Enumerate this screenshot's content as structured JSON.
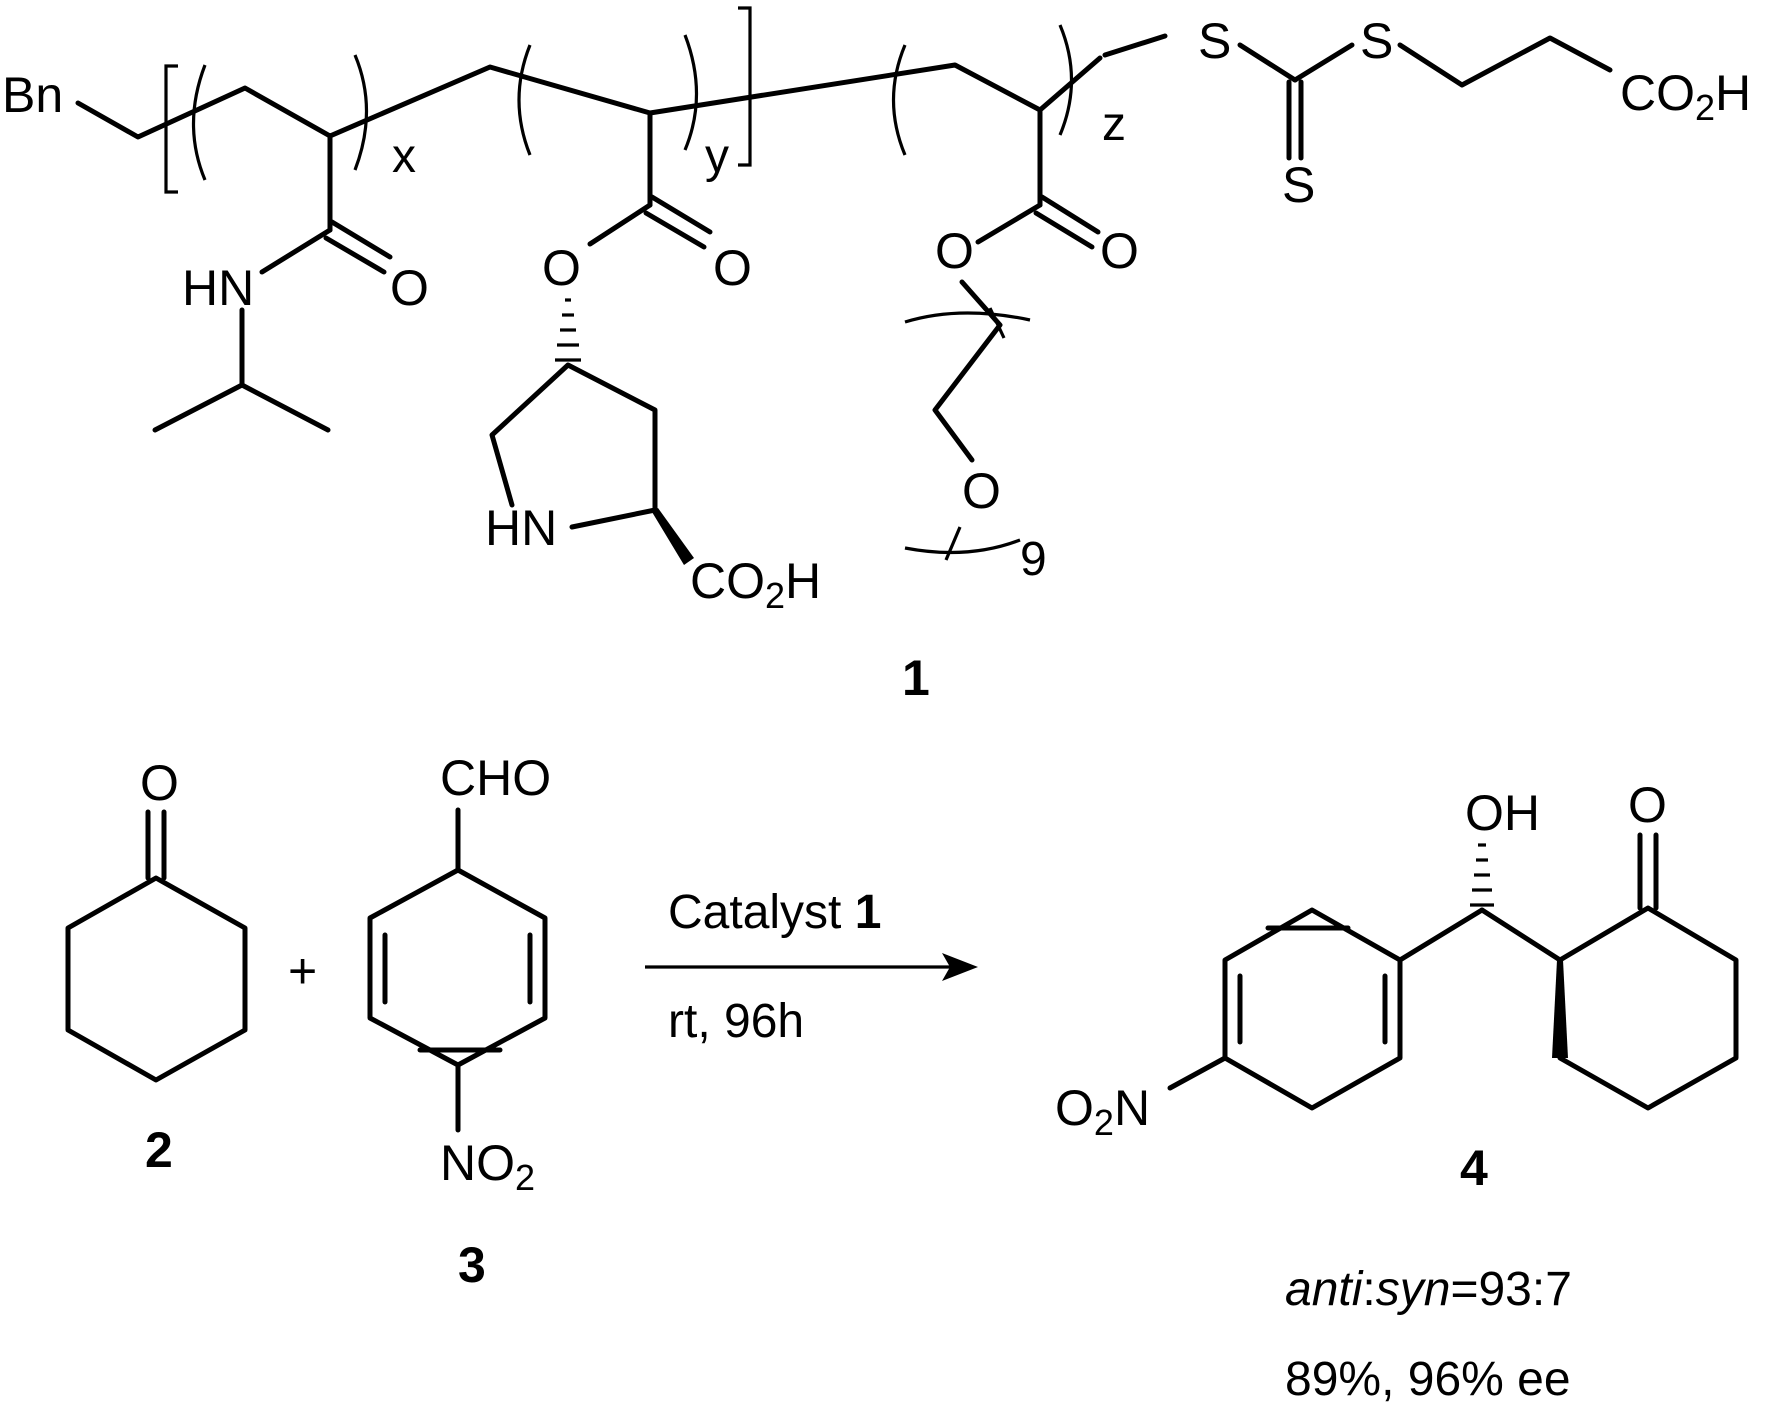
{
  "polymer": {
    "end_group_left": "Bn",
    "repeat_labels": {
      "x": "x",
      "y": "y",
      "z": "z"
    },
    "peg_repeat": "9",
    "atoms": {
      "hn_amide": "HN",
      "o_amide": "O",
      "o_ester_y": "O",
      "o_carbonyl_y": "O",
      "hn_pyrrolidine": "HN",
      "co2h_proline_main": "CO",
      "co2h_proline_sub": "2",
      "co2h_proline_h": "H",
      "o_ester_z": "O",
      "o_carbonyl_z": "O",
      "o_peg": "O",
      "s1": "S",
      "s2": "S",
      "s_thione": "S",
      "co2h_end_main": "CO",
      "co2h_end_sub": "2",
      "co2h_end_h": "H"
    },
    "label": "1"
  },
  "reaction": {
    "reactant_2": {
      "o": "O",
      "label": "2"
    },
    "plus": "+",
    "reactant_3": {
      "cho": "CHO",
      "no2_main": "NO",
      "no2_sub": "2",
      "label": "3"
    },
    "arrow": {
      "above": "Catalyst ",
      "above_bold": "1",
      "below": "rt, 96h"
    },
    "product_4": {
      "oh": "OH",
      "o": "O",
      "o2n_o": "O",
      "o2n_sub": "2",
      "o2n_n": "N",
      "label": "4"
    },
    "selectivity": {
      "anti": "anti",
      "colon": ":",
      "syn": "syn",
      "ratio": "=93:7"
    },
    "yield_ee": "89%, 96% ee"
  }
}
